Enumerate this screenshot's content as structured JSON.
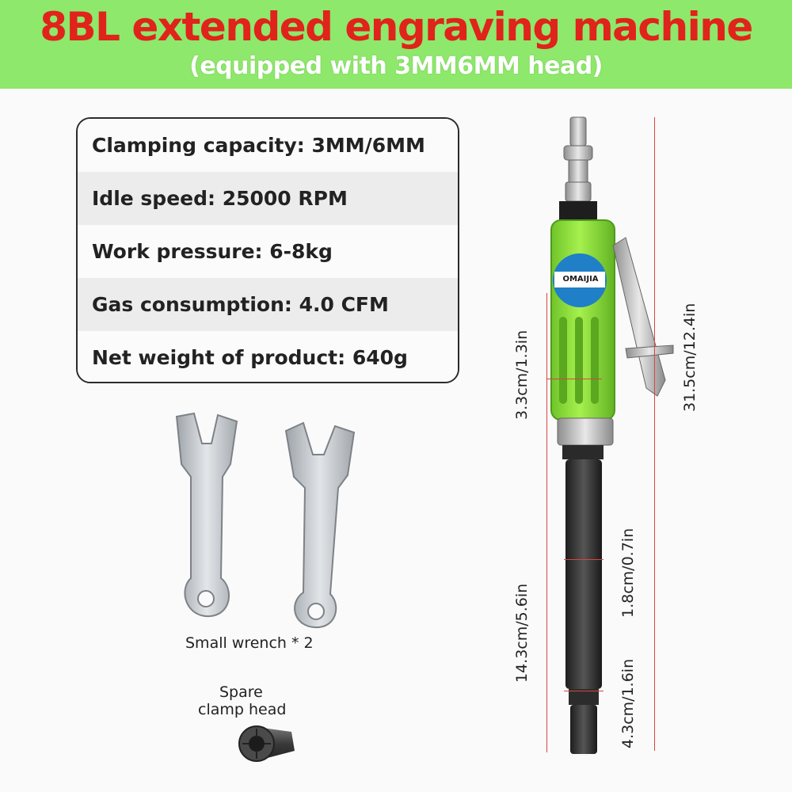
{
  "header": {
    "title": "8BL extended engraving machine",
    "subtitle": "(equipped with 3MM6MM head)"
  },
  "specs": [
    "Clamping capacity: 3MM/6MM",
    "Idle speed: 25000 RPM",
    "Work pressure: 6-8kg",
    "Gas consumption: 4.0 CFM",
    "Net weight of product: 640g"
  ],
  "accessories": {
    "wrench_caption": "Small wrench * 2",
    "collet_caption_line1": "Spare",
    "collet_caption_line2": "clamp head"
  },
  "tool": {
    "brand": "OMAIJIA",
    "dimensions": {
      "total": "31.5cm/12.4in",
      "body": "3.3cm/1.3in",
      "extension": "14.3cm/5.6in",
      "shaft_diameter": "1.8cm/0.7in",
      "tip": "4.3cm/1.6in"
    }
  },
  "colors": {
    "banner": "#8ee86b",
    "title": "#e0231b",
    "tool_body": "#8fe33a",
    "dimension_lines": "#d84444"
  }
}
